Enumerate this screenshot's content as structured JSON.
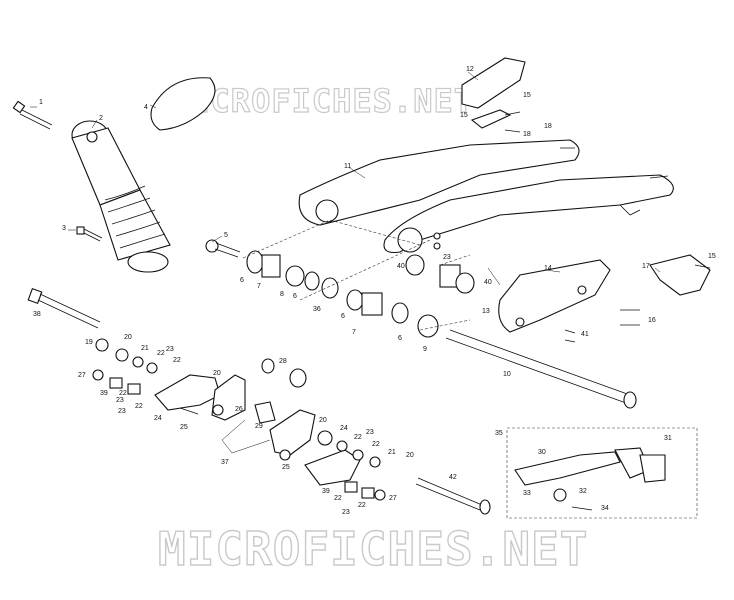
{
  "watermark": "MICROFICHES.NET",
  "part_numbers": [
    "1",
    "2",
    "3",
    "4",
    "5",
    "6",
    "7",
    "8",
    "9",
    "10",
    "11",
    "12",
    "13",
    "14",
    "15",
    "16",
    "17",
    "18",
    "19",
    "20",
    "21",
    "22",
    "23",
    "24",
    "25",
    "26",
    "27",
    "28",
    "29",
    "30",
    "31",
    "32",
    "33",
    "34",
    "35",
    "36",
    "37",
    "38",
    "39",
    "40",
    "41",
    "42"
  ]
}
